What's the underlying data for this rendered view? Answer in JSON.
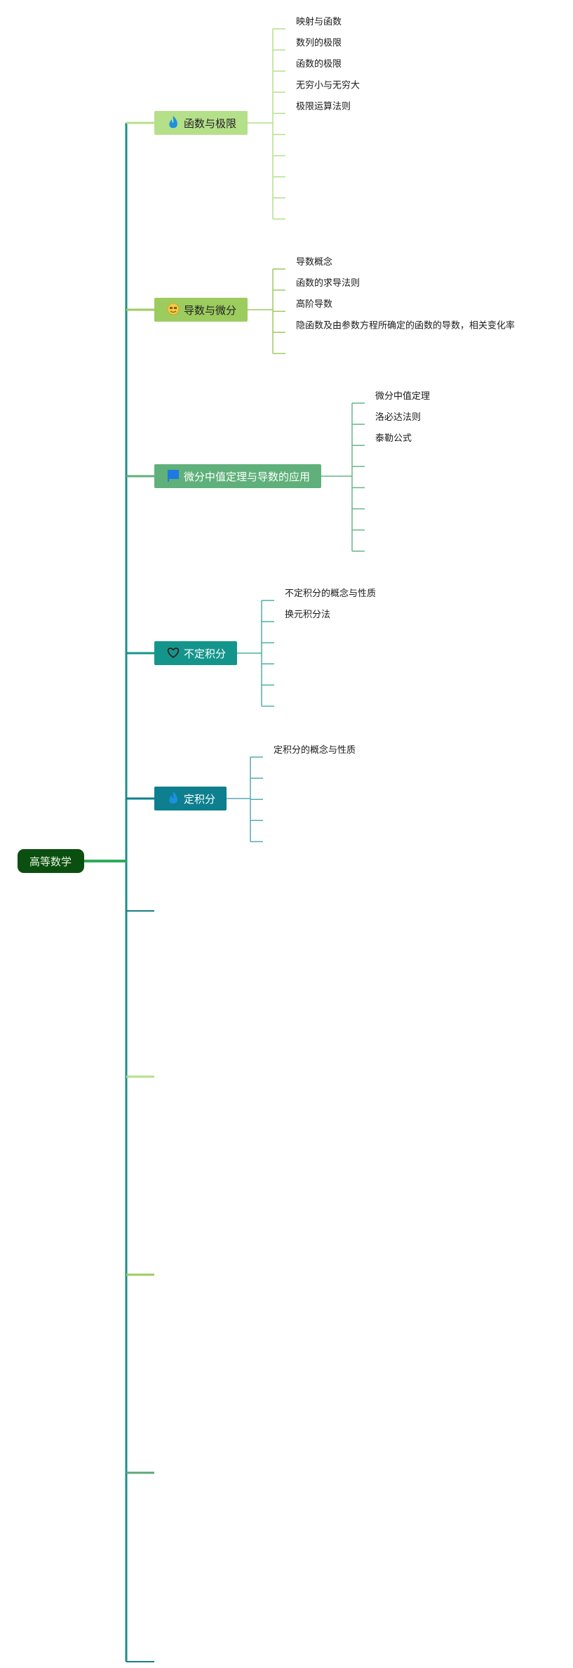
{
  "root": {
    "label": "高等数学",
    "color": "#0b4f10",
    "text_color": "#111111"
  },
  "branches": [
    {
      "label": "函数与极限",
      "icon": "fire-icon",
      "color": "#b5e08a",
      "line_color": "#b5e08a",
      "text_color": "#222222",
      "children": [
        "映射与函数",
        "数列的极限",
        "函数的极限",
        "无穷小与无穷大",
        "极限运算法则",
        "",
        "",
        "",
        "",
        ""
      ]
    },
    {
      "label": "导数与微分",
      "icon": "emoji-face-icon",
      "color": "#9ccc5e",
      "line_color": "#9ccc5e",
      "text_color": "#222222",
      "children": [
        "导数概念",
        "函数的求导法则",
        "高阶导数",
        "隐函数及由参数方程所确定的函数的导数，相关变化率",
        ""
      ]
    },
    {
      "label": "微分中值定理与导数的应用",
      "icon": "flag-icon",
      "color": "#5fb07a",
      "line_color": "#6ab487",
      "text_color": "#ffffff",
      "children": [
        "微分中值定理",
        "洛必达法则",
        "泰勒公式",
        "",
        "",
        "",
        "",
        ""
      ]
    },
    {
      "label": "不定积分",
      "icon": "heart-icon",
      "color": "#14958c",
      "line_color": "#4bb0a4",
      "text_color": "#ffffff",
      "children": [
        "不定积分的概念与性质",
        "换元积分法",
        "",
        "",
        "",
        ""
      ]
    },
    {
      "label": "定积分",
      "icon": "fire-icon",
      "color": "#0d7f8e",
      "line_color": "#58a9b3",
      "text_color": "#ffffff",
      "children": [
        "定积分的概念与性质",
        "",
        "",
        "",
        ""
      ]
    }
  ],
  "empty_branches": [
    {
      "color": "#1b7c86"
    },
    {
      "color": "#b5e08a"
    },
    {
      "color": "#9ccc5e"
    },
    {
      "color": "#5fa878"
    },
    {
      "color": "#1b7c86"
    }
  ]
}
